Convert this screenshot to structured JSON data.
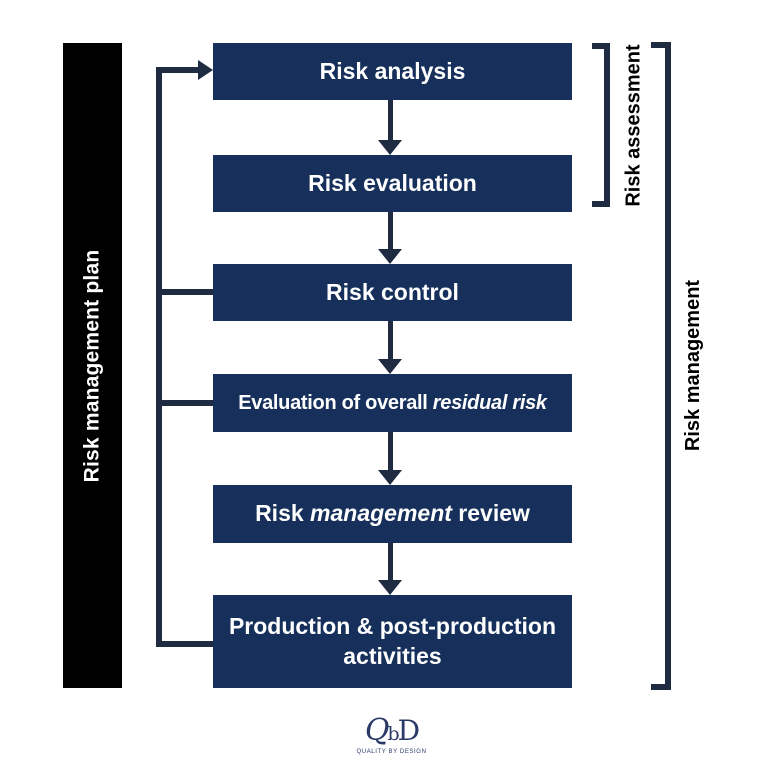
{
  "colors": {
    "box_fill": "#16305b",
    "line": "#1e2b41",
    "black_bar": "#000000",
    "box_text": "#ffffff",
    "side_label_text": "#000000",
    "logo_navy": "#2b3a68",
    "background": "#ffffff"
  },
  "left_bar": {
    "label": "Risk management plan"
  },
  "boxes": [
    {
      "name": "risk-analysis",
      "pre": "Risk analysis",
      "italic": "",
      "post": ""
    },
    {
      "name": "risk-evaluation",
      "pre": "Risk evaluation",
      "italic": "",
      "post": ""
    },
    {
      "name": "risk-control",
      "pre": "Risk control",
      "italic": "",
      "post": ""
    },
    {
      "name": "evaluation-overall-residual-risk",
      "pre": "Evaluation of overall ",
      "italic": "residual risk",
      "post": ""
    },
    {
      "name": "risk-management-review",
      "pre": "Risk ",
      "italic": "management",
      "post": " review"
    },
    {
      "name": "production-post-production-activities",
      "pre": "Production & post-production activities",
      "italic": "",
      "post": ""
    }
  ],
  "side_labels": {
    "assessment": "Risk assessment",
    "management": "Risk management"
  },
  "logo": {
    "letters": [
      "Q",
      "b",
      "D"
    ],
    "caption": "QUALITY BY DESIGN"
  }
}
